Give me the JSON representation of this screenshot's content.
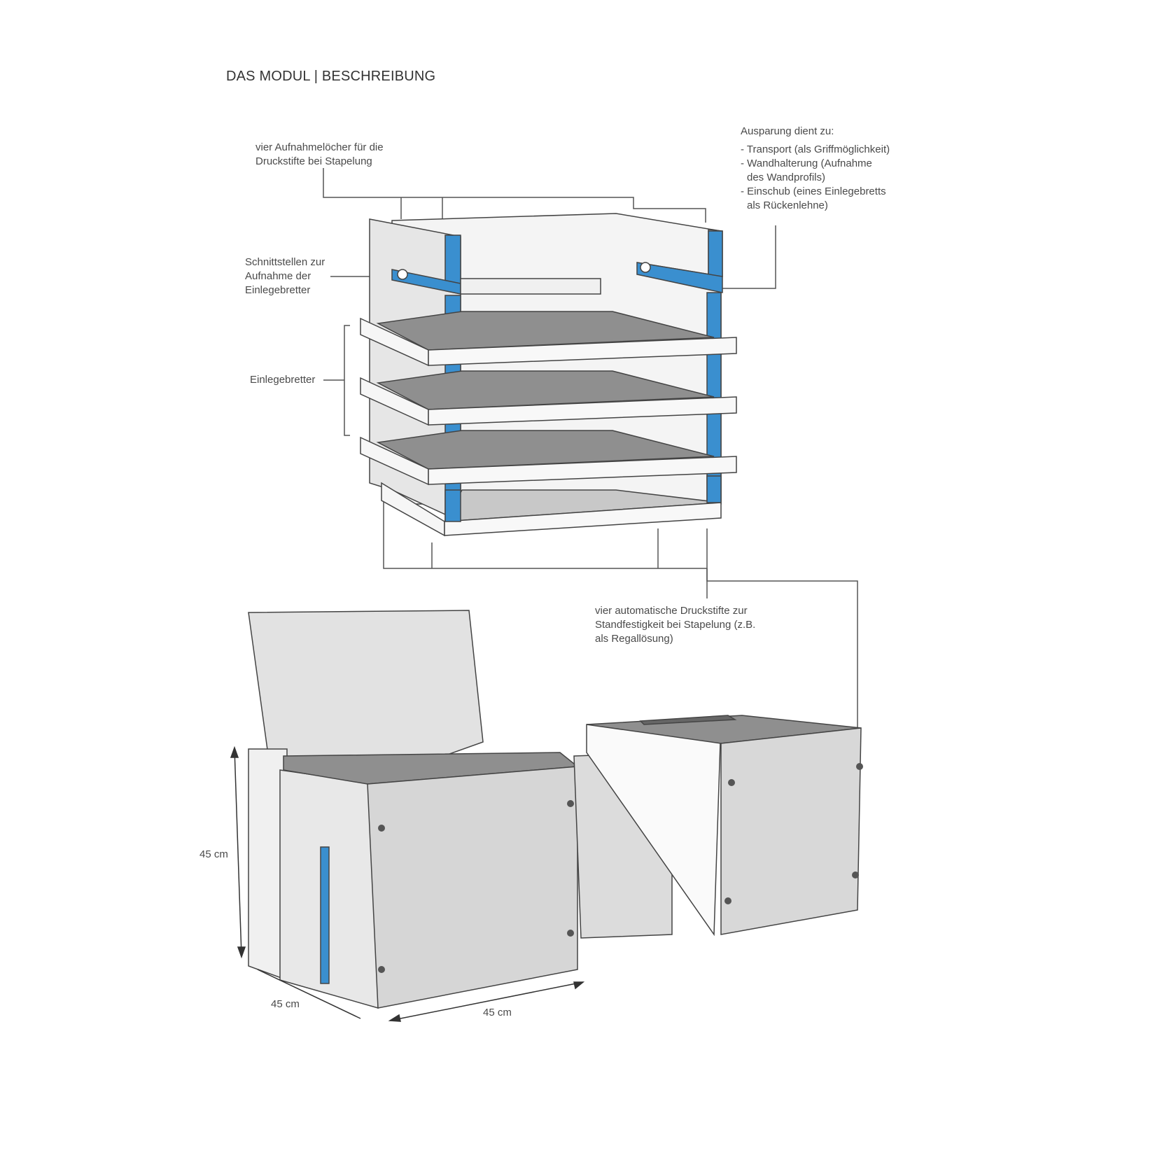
{
  "title": "DAS MODUL | BESCHREIBUNG",
  "labels": {
    "holes": [
      "vier Aufnahmelöcher für die",
      "Druckstifte bei Stapelung"
    ],
    "recess_heading": "Ausparung dient zu:",
    "recess_items": [
      "- Transport (als Griffmöglichkeit)",
      "- Wandhalterung (Aufnahme",
      "  des Wandprofils)",
      "- Einschub (eines Einlegebretts",
      "  als Rückenlehne)"
    ],
    "interfaces": [
      "Schnittstellen zur",
      "Aufnahme der",
      "Einlegebretter"
    ],
    "shelves": "Einlegebretter",
    "pins": [
      "vier automatische Druckstifte zur",
      "Standfestigkeit bei Stapelung (z.B.",
      "als Regallösung)"
    ]
  },
  "dimensions": {
    "height": "45 cm",
    "depth": "45 cm",
    "width": "45 cm"
  },
  "colors": {
    "accent": "#3a8fcf",
    "panel": "#e4e4e4",
    "shelf_top": "#8f8f8f"
  }
}
